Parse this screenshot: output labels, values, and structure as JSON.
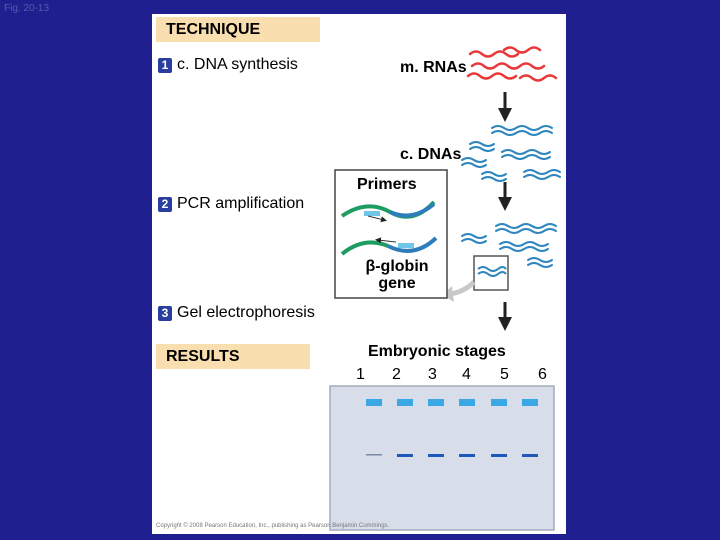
{
  "fig_label": "Fig. 20-13",
  "technique_header": "TECHNIQUE",
  "results_header": "RESULTS",
  "steps": [
    {
      "num": "1",
      "label": "c. DNA synthesis"
    },
    {
      "num": "2",
      "label": "PCR amplification"
    },
    {
      "num": "3",
      "label": "Gel electrophoresis"
    }
  ],
  "labels": {
    "mrnas": "m. RNAs",
    "cdnas": "c. DNAs",
    "primers": "Primers",
    "gene_line1": "β-globin",
    "gene_line2": "gene"
  },
  "gel": {
    "title": "Embryonic stages",
    "lanes": [
      "1",
      "2",
      "3",
      "4",
      "5",
      "6"
    ],
    "band_present": [
      false,
      true,
      true,
      true,
      true,
      true
    ],
    "colors": {
      "well": "#3aa8e6",
      "band": "#1f58b8",
      "gel": "#d7dde9"
    }
  },
  "colors": {
    "mrna": "#e8393a",
    "cdna": "#2e86bf",
    "primer": "#6ec6e8",
    "strand_green": "#1e9c62",
    "strand_blue": "#2d7dbc"
  },
  "copyright": "Copyright © 2008 Pearson Education, Inc., publishing as Pearson Benjamin Cummings."
}
